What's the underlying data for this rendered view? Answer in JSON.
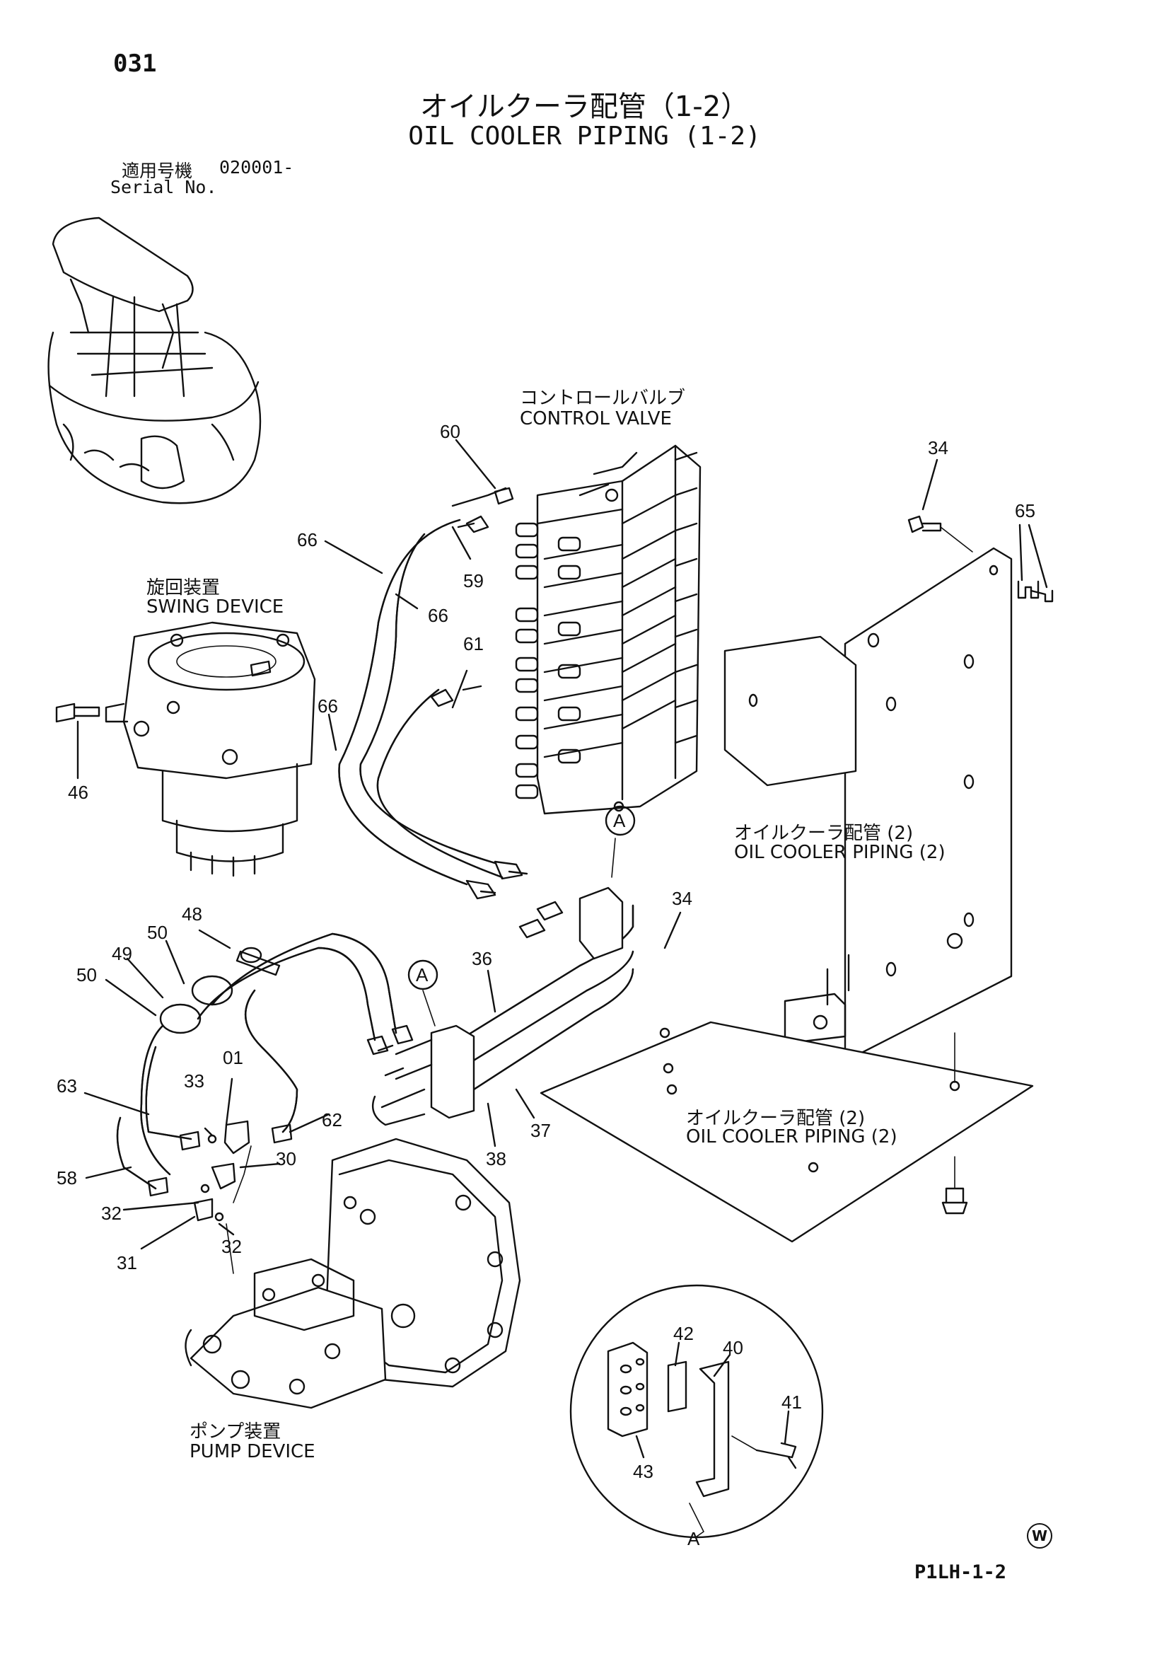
{
  "header": {
    "page_number": "031",
    "title_jp": "オイルクーラ配管（1-2）",
    "title_en": "OIL COOLER PIPING (1-2)",
    "serial_label_jp": "適用号機",
    "serial_value": "020001-",
    "serial_label_en": "Serial No."
  },
  "labels": {
    "control_valve_jp": "コントロールバルブ",
    "control_valve_en": "CONTROL VALVE",
    "swing_device_jp": "旋回装置",
    "swing_device_en": "SWING DEVICE",
    "oil_cooler_piping_jp": "オイルクーラ配管 (2)",
    "oil_cooler_piping_en": "OIL COOLER PIPING (2)",
    "pump_device_jp": "ポンプ装置",
    "pump_device_en": "PUMP DEVICE",
    "detail_a": "A"
  },
  "part_numbers": {
    "p60": "60",
    "p34a": "34",
    "p65": "65",
    "p66a": "66",
    "p59": "59",
    "p66b": "66",
    "p61": "61",
    "p66c": "66",
    "p46": "46",
    "p34b": "34",
    "p48": "48",
    "p50a": "50",
    "p49": "49",
    "p50b": "50",
    "p36": "36",
    "p01": "01",
    "p33": "33",
    "p63": "63",
    "p62": "62",
    "p37": "37",
    "p38": "38",
    "p30": "30",
    "p58": "58",
    "p32a": "32",
    "p32b": "32",
    "p31": "31",
    "p42": "42",
    "p40": "40",
    "p41": "41",
    "p43": "43"
  },
  "footer": {
    "drawing_code": "P1LH-1-2",
    "watermark": "W"
  }
}
